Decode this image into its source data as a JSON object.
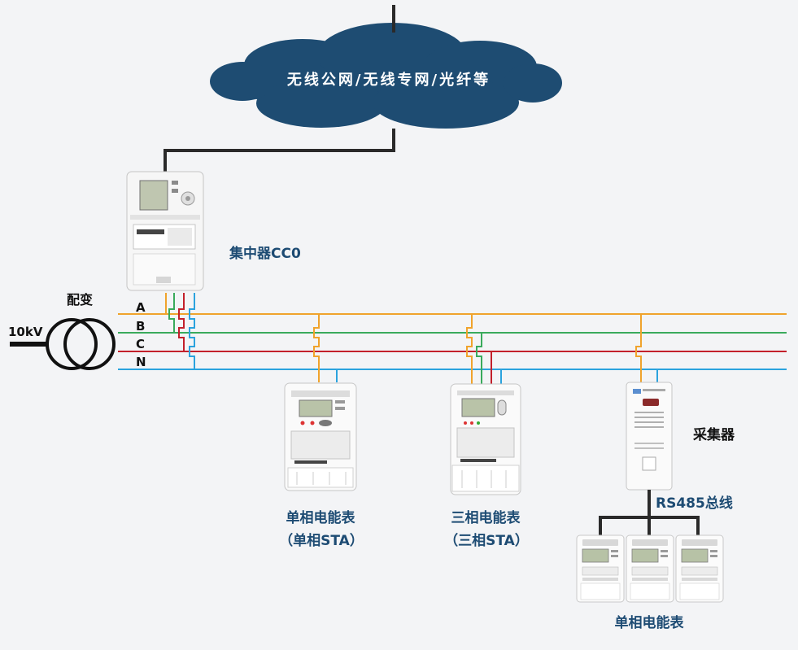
{
  "network": {
    "label": "无线公网/无线专网/光纤等"
  },
  "concentrator": {
    "label": "集中器CC0"
  },
  "transformer": {
    "label": "配变",
    "voltage": "10kV"
  },
  "phases": {
    "a": "A",
    "b": "B",
    "c": "C",
    "n": "N"
  },
  "single_phase_meter": {
    "title": "单相电能表",
    "subtitle": "（单相STA）"
  },
  "three_phase_meter": {
    "title": "三相电能表",
    "subtitle": "（三相STA）"
  },
  "collector": {
    "label": "采集器"
  },
  "rs485": {
    "label": "RS485总线"
  },
  "bus_meters": {
    "label": "单相电能表"
  },
  "colors": {
    "phase_a": "#f0a32c",
    "phase_b": "#3aaa5c",
    "phase_c": "#c3202b",
    "neutral": "#2ba3de",
    "cloud": "#1e4c72",
    "label": "#1d4b73",
    "link": "#2a2a2a"
  }
}
